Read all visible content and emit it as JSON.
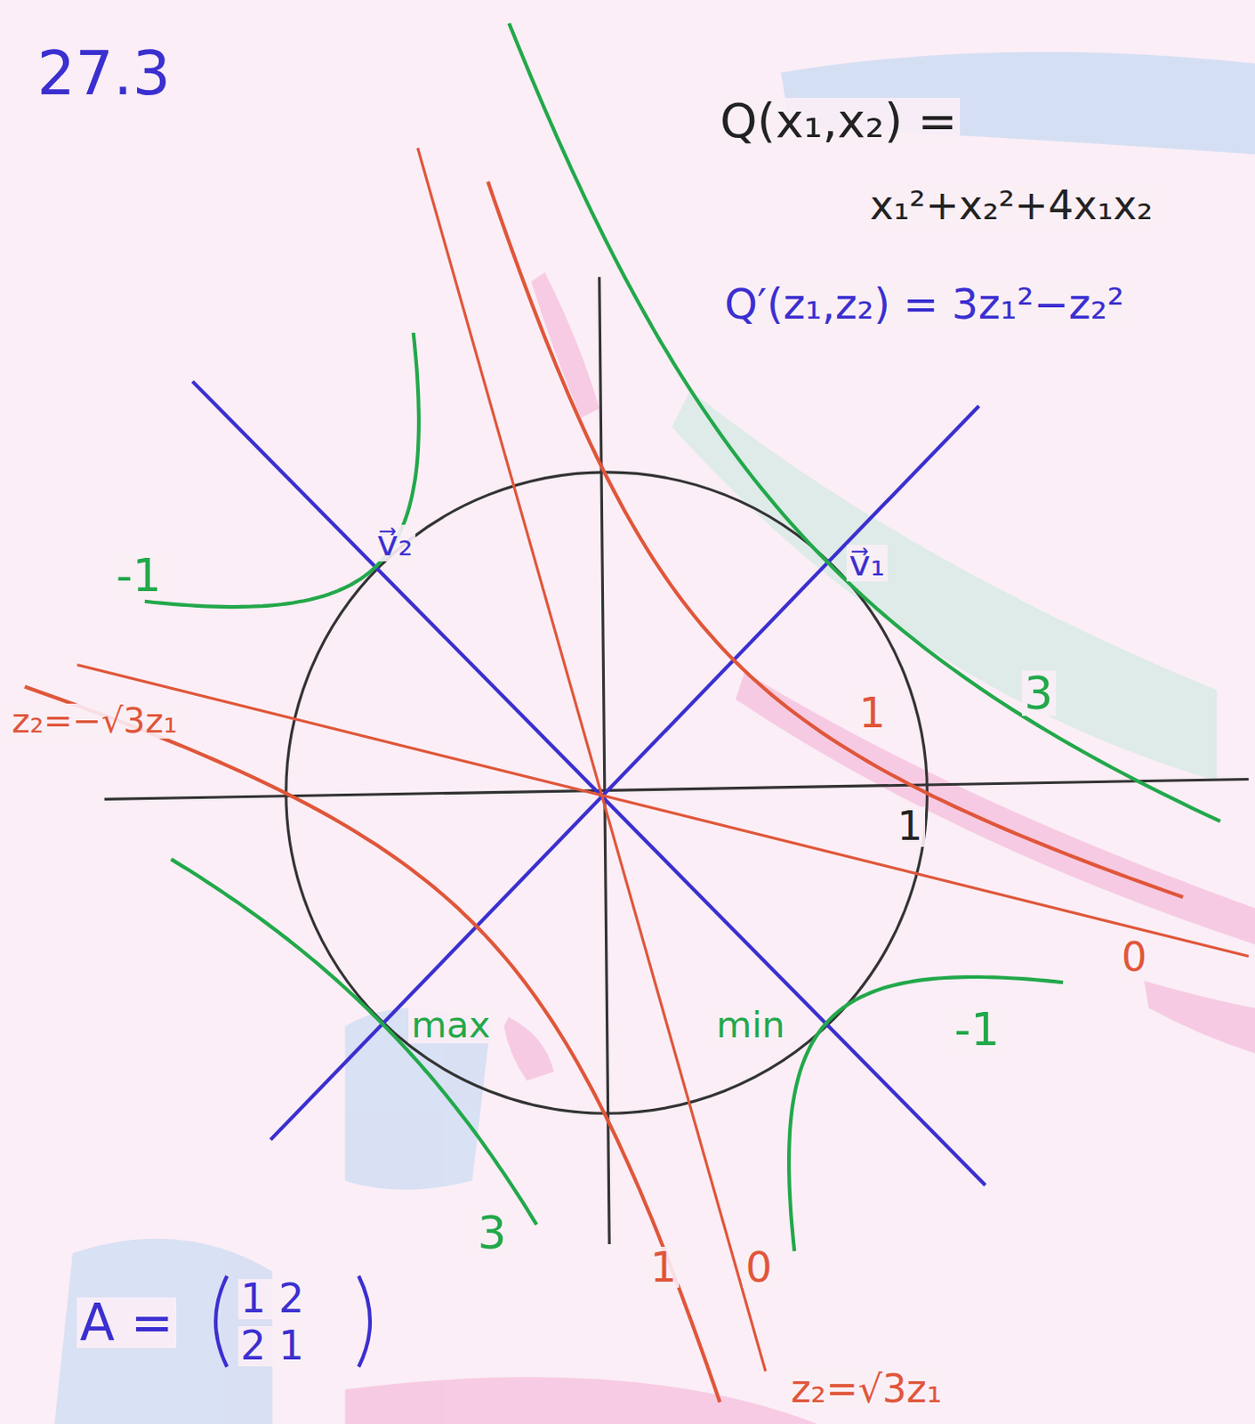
{
  "diagram": {
    "title": "27.3",
    "labels": [
      "Q(x₁,x₂) =",
      "x₁²+x₂²+4x₁x₂",
      "Q′(z₁,z₂) = 3z₁²−z₂²",
      "v⃗₂",
      "v⃗₁",
      "-1",
      "3",
      "1",
      "z₂=−√3z₁",
      "1",
      "0",
      "max",
      "min",
      "-1",
      "3",
      "1",
      "0",
      "z₂=√3z₁",
      "A =",
      "1 2",
      "2 1"
    ]
  }
}
